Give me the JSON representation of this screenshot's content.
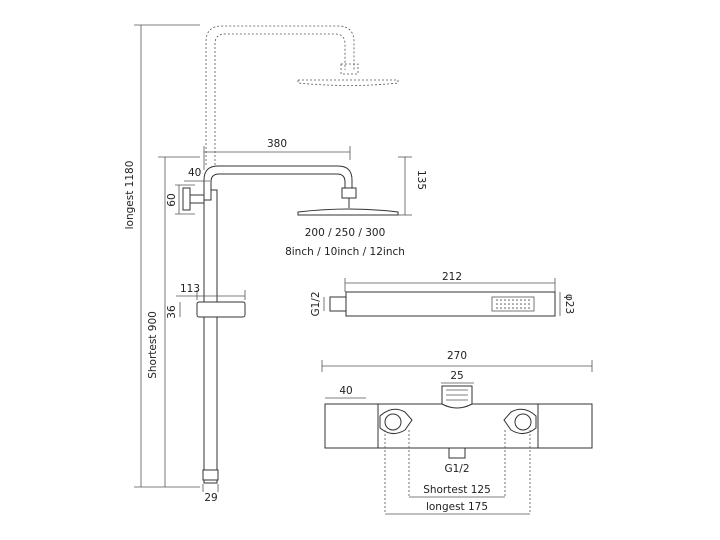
{
  "labels": {
    "top_arm_width": "380",
    "arm_offset": "40",
    "head_drop": "135",
    "bracket": "60",
    "head_sizes_mm": "200 / 250 / 300",
    "head_sizes_in": "8inch / 10inch / 12inch",
    "slider_width": "113",
    "slider_height": "36",
    "longest_height": "longest  1180",
    "shortest_height": "Shortest  900",
    "rail_bottom": "29",
    "hand_length": "212",
    "hand_thread": "G1/2",
    "hand_diameter": "φ23",
    "valve_width": "270",
    "valve_left": "40",
    "valve_top": "25",
    "valve_thread": "G1/2",
    "valve_shortest": "Shortest  125",
    "valve_longest": "longest  175"
  }
}
